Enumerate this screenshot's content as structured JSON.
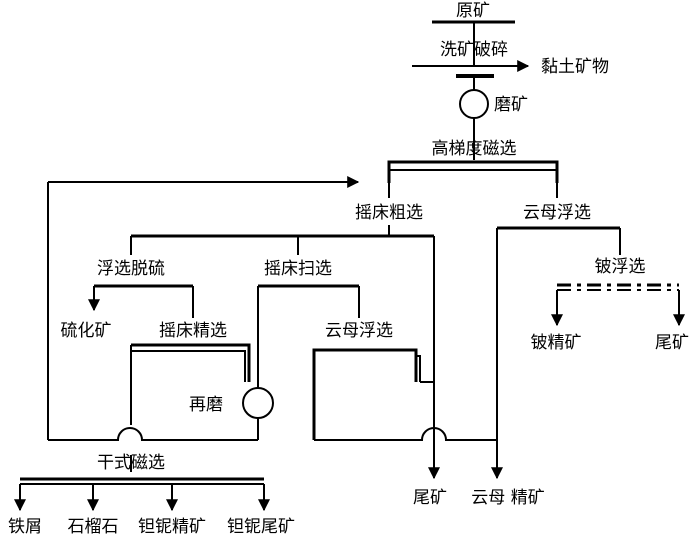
{
  "labels": {
    "raw_ore": "原矿",
    "wash_crush": "洗矿破碎",
    "clay_minerals": "黏土矿物",
    "grinding": "磨矿",
    "hgms": "高梯度磁选",
    "table_rough": "摇床粗选",
    "mica_flot_1": "云母浮选",
    "flot_desulf": "浮选脱硫",
    "table_scav": "摇床扫选",
    "be_flot": "铍浮选",
    "sulfide_ore": "硫化矿",
    "table_clean": "摇床精选",
    "mica_flot_2": "云母浮选",
    "be_conc": "铍精矿",
    "tailings_right": "尾矿",
    "regrind": "再磨",
    "dry_mag": "干式磁选",
    "iron_filings": "铁屑",
    "garnet": "石榴石",
    "tanb_conc": "钽铌精矿",
    "tanb_tail": "钽铌尾矿",
    "tailings_mid": "尾矿",
    "mica_conc": "云母 精矿"
  }
}
